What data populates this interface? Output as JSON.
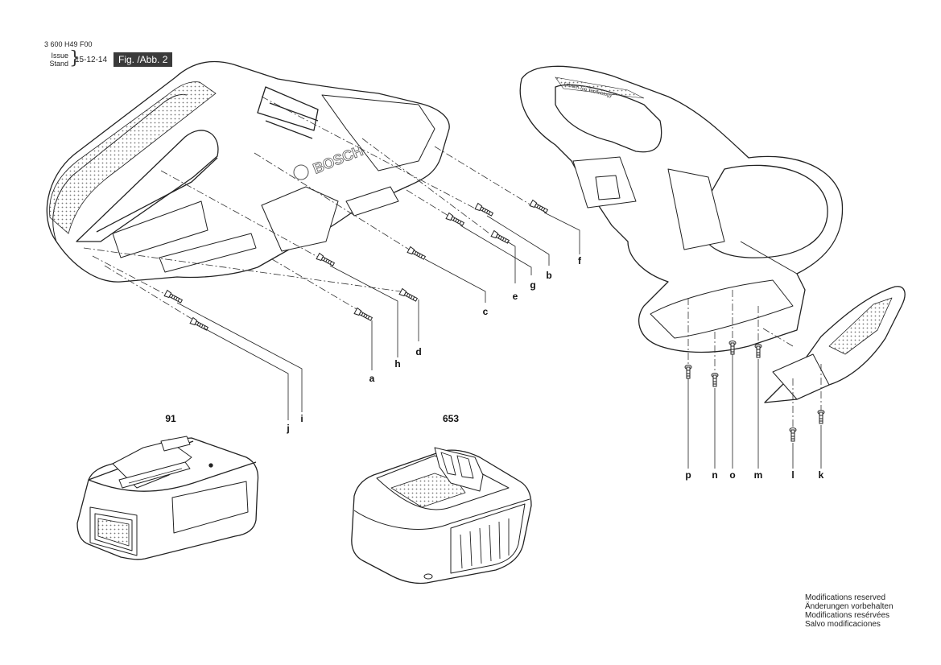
{
  "header": {
    "doc_number": "3 600 H49 F00",
    "issue_label": "Issue",
    "stand_label": "Stand",
    "date": "15-12-14",
    "figure": "Fig. /Abb. 2"
  },
  "brand_text": "BOSCH",
  "handle_text": "Lithium-Ion Technology",
  "labels": {
    "a": "a",
    "b": "b",
    "c": "c",
    "d": "d",
    "e": "e",
    "f": "f",
    "g": "g",
    "h": "h",
    "i": "i",
    "j": "j",
    "k": "k",
    "l": "l",
    "m": "m",
    "n": "n",
    "o": "o",
    "p": "p"
  },
  "battery_label": "91",
  "charger_label": "653",
  "footer": {
    "line1": "Modifications reserved",
    "line2": "Änderungen vorbehalten",
    "line3": "Modifications resérvées",
    "line4": "Salvo modificaciones"
  }
}
